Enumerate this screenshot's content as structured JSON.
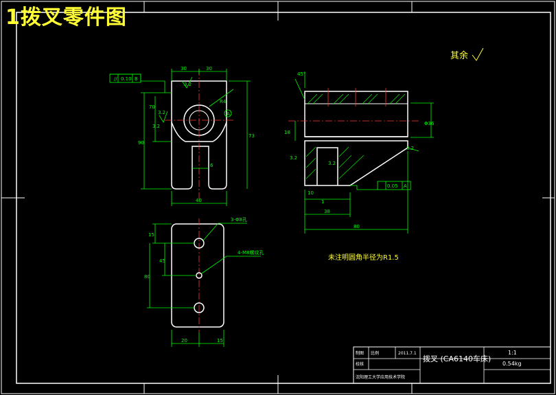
{
  "banner_title": "1拨叉零件图",
  "roughness_note": "其余",
  "fillet_note": "未注明圆角半径为R1.5",
  "colors": {
    "banner": "#ffff33",
    "frame": "#ffffff",
    "outline": "#ffffff",
    "dimension": "#00ff00",
    "center": "#ff3333",
    "hatch": "#00ff00",
    "note": "#ffff33"
  },
  "front_view": {
    "tolerance_box": [
      "//",
      "0.10",
      "B"
    ],
    "dims": [
      "30",
      "30",
      "R4",
      "90",
      "6",
      "40",
      "70",
      "73",
      "3.2",
      "3.2",
      "A",
      "3.2"
    ]
  },
  "side_view": {
    "dims": [
      "45°",
      "18",
      "10",
      "38",
      "80",
      "Φ36",
      "3.2",
      "3.2",
      "0.05",
      "A",
      "1",
      "3.2"
    ]
  },
  "bottom_view": {
    "dims": [
      "15",
      "45",
      "80",
      "20",
      "15",
      "3-Φ8孔",
      "4-M8螺纹孔"
    ]
  },
  "title_block": {
    "r1c1": "制图",
    "r1c2": "比例",
    "r1c3": "2011.7.1",
    "r2c1": "校核",
    "part_name": "拨叉 (CA6140车床)",
    "scale": "1:1",
    "weight": "0.54kg",
    "school": "沈阳理工大学应用技术学院"
  }
}
